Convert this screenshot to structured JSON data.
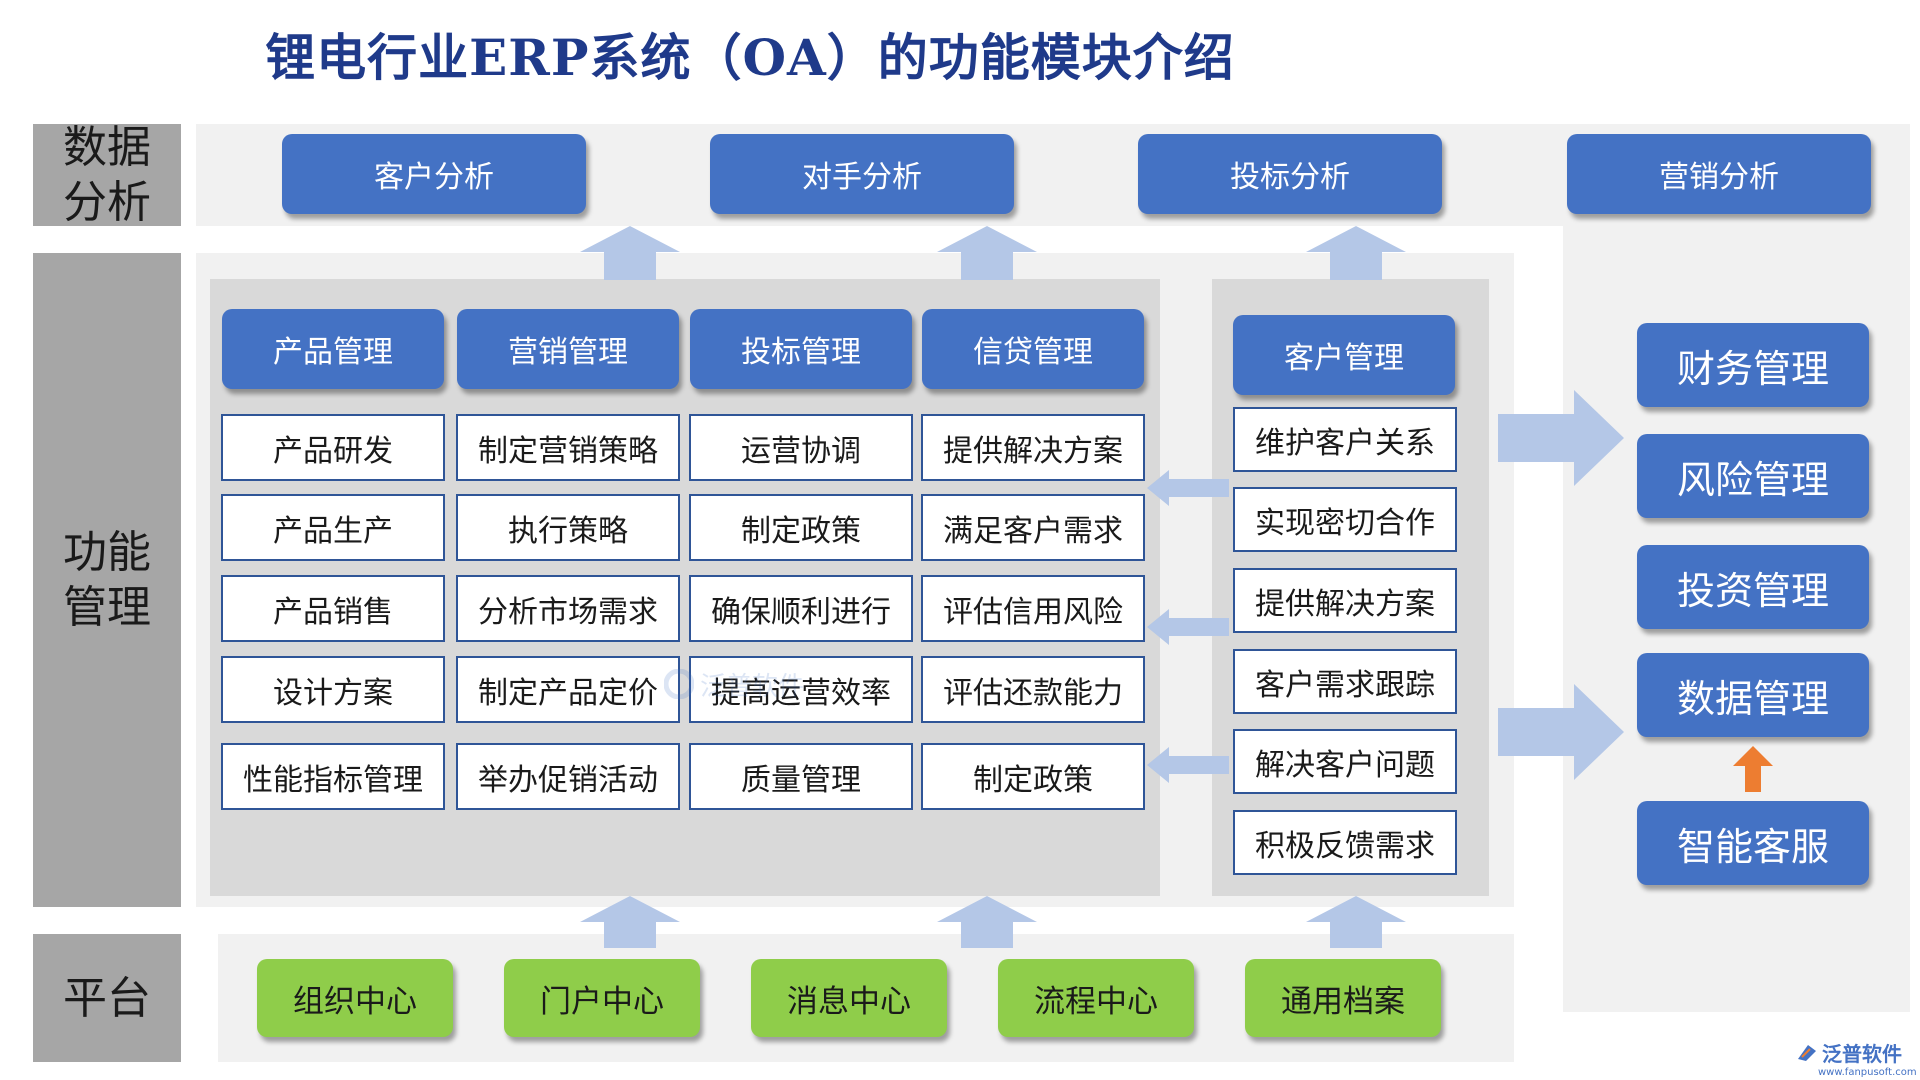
{
  "title": "锂电行业ERP系统（OA）的功能模块介绍",
  "side_labels": {
    "data_analysis": "数据\n分析",
    "function_mgmt": "功能\n管理",
    "platform": "平台"
  },
  "analysis": [
    "客户分析",
    "对手分析",
    "投标分析",
    "营销分析"
  ],
  "columns": [
    {
      "header": "产品管理",
      "items": [
        "产品研发",
        "产品生产",
        "产品销售",
        "设计方案",
        "性能指标管理"
      ]
    },
    {
      "header": "营销管理",
      "items": [
        "制定营销策略",
        "执行策略",
        "分析市场需求",
        "制定产品定价",
        "举办促销活动"
      ]
    },
    {
      "header": "投标管理",
      "items": [
        "运营协调",
        "制定政策",
        "确保顺利进行",
        "提高运营效率",
        "质量管理"
      ]
    },
    {
      "header": "信贷管理",
      "items": [
        "提供解决方案",
        "满足客户需求",
        "评估信用风险",
        "评估还款能力",
        "制定政策"
      ]
    }
  ],
  "customer": {
    "header": "客户管理",
    "items": [
      "维护客户关系",
      "实现密切合作",
      "提供解决方案",
      "客户需求跟踪",
      "解决客户问题",
      "积极反馈需求"
    ]
  },
  "right_modules": [
    "财务管理",
    "风险管理",
    "投资管理",
    "数据管理"
  ],
  "smart_service": "智能客服",
  "platform": [
    "组织中心",
    "门户中心",
    "消息中心",
    "流程中心",
    "通用档案"
  ],
  "logo": {
    "name": "泛普软件",
    "url": "www.fanpusoft.com"
  },
  "watermark": "泛普软件",
  "colors": {
    "blue": "#4472c4",
    "green": "#8fcd4a",
    "gray": "#a6a6a6",
    "arrow": "#b4c7e7",
    "orange": "#ed7d31"
  }
}
